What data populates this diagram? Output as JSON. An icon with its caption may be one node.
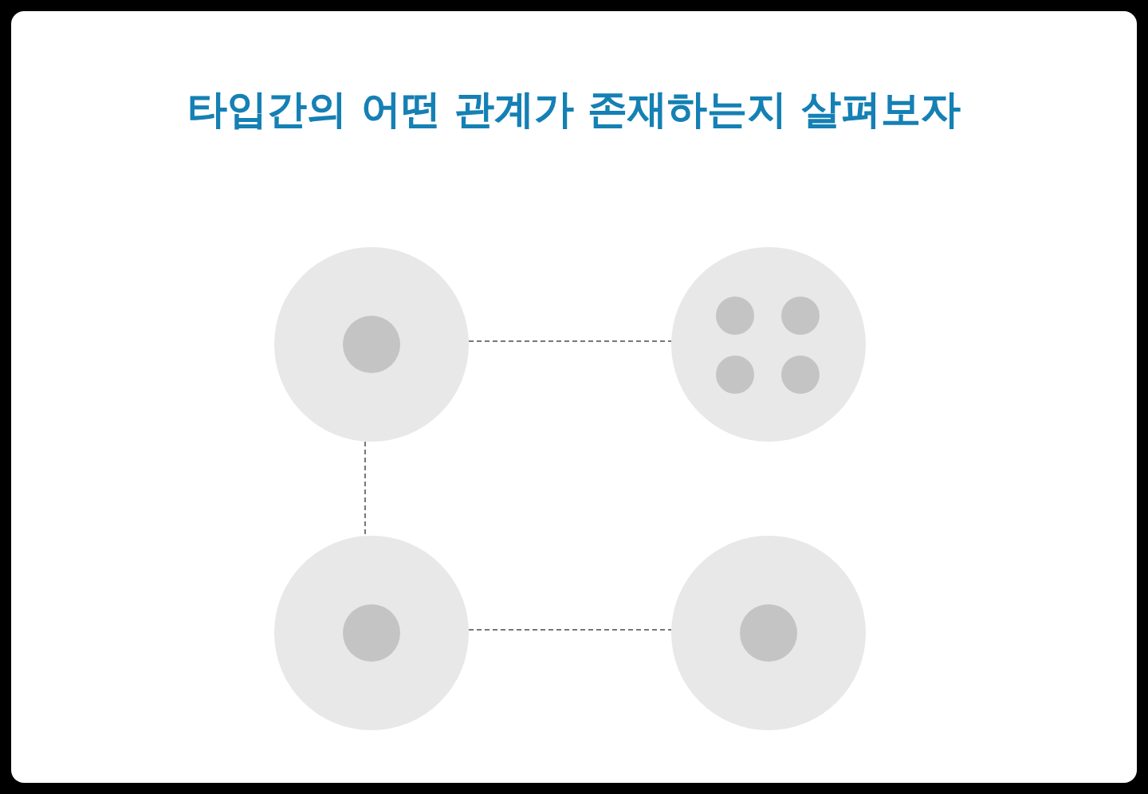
{
  "diagram": {
    "title": "타입간의 어떤 관계가 존재하는지 살펴보자",
    "nodes": [
      {
        "text": [],
        "shape": "circle"
      },
      {
        "text": [],
        "shape": "circle"
      },
      {
        "text": [],
        "shape": "circle"
      },
      {
        "text": [],
        "shape": "circle"
      }
    ],
    "edges": [
      {
        "from": 0,
        "to": 1,
        "arrow": "none",
        "style": "dashed"
      },
      {
        "from": 0,
        "to": 2,
        "arrow": "none",
        "style": "dashed"
      },
      {
        "from": 2,
        "to": 3,
        "arrow": "none",
        "style": "dashed"
      }
    ]
  }
}
